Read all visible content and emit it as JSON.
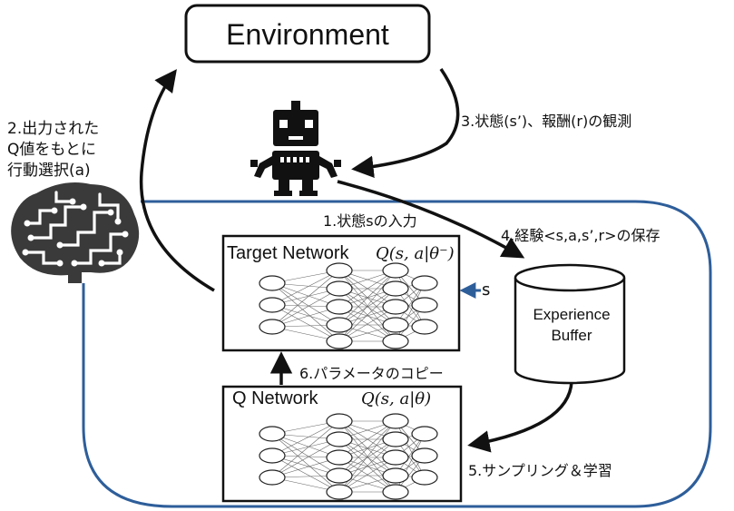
{
  "environment_label": "Environment",
  "steps": {
    "state_input": "1.状態sの入力",
    "action_select": [
      "2.出力された",
      "Q値をもとに",
      "行動選択(a)"
    ],
    "observe": "3.状態(s’)、報酬(r)の観測",
    "store": "4.経験<s,a,s’,r>の保存",
    "sampling": "5.サンプリング＆学習",
    "param_copy": "6.パラメータのコピー"
  },
  "target_network": {
    "label": "Target Network",
    "formula": "Q(s, a|θ⁻)"
  },
  "q_network": {
    "label": "Q Network",
    "formula": "Q(s, a|θ)"
  },
  "buffer": {
    "lines": [
      "Experience",
      "Buffer"
    ]
  },
  "state_arrow_label": "s",
  "colors": {
    "loop_line": "#2e5e9a",
    "stroke": "#111111",
    "brain": "#3a3a3a",
    "robot": "#111111"
  },
  "icons": {
    "agent": "robot-icon",
    "brain": "brain-icon"
  }
}
